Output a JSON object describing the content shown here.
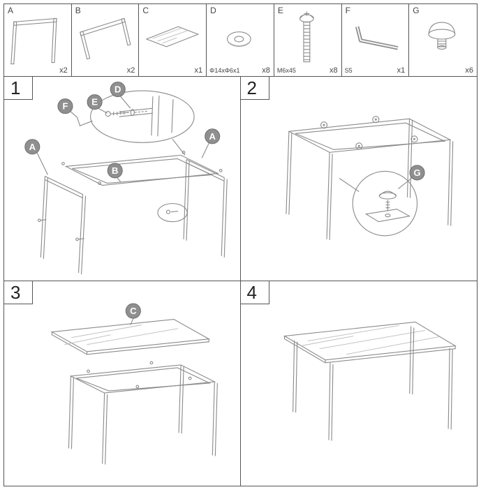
{
  "colors": {
    "line": "#8a8a8a",
    "light_line": "#bcbcbc",
    "border": "#555555",
    "callout_fill": "#8f8f8f",
    "callout_text": "#ffffff"
  },
  "parts_row": {
    "items": [
      {
        "label": "A",
        "spec": "",
        "qty": "x2",
        "icon": "leg-frame"
      },
      {
        "label": "B",
        "spec": "",
        "qty": "x2",
        "icon": "rail-frame"
      },
      {
        "label": "C",
        "spec": "",
        "qty": "x1",
        "icon": "glass-top"
      },
      {
        "label": "D",
        "spec": "Φ14xΦ6x1",
        "qty": "x8",
        "icon": "washer"
      },
      {
        "label": "E",
        "spec": "M6x45",
        "qty": "x8",
        "icon": "bolt"
      },
      {
        "label": "F",
        "spec": "S5",
        "qty": "x1",
        "icon": "allen-key"
      },
      {
        "label": "G",
        "spec": "",
        "qty": "x6",
        "icon": "glide-pad"
      }
    ]
  },
  "steps": [
    {
      "number": "1",
      "callouts": {
        "f": "F",
        "e": "E",
        "d": "D",
        "a_left": "A",
        "a_right": "A",
        "b": "B"
      }
    },
    {
      "number": "2",
      "callouts": {
        "g": "G"
      }
    },
    {
      "number": "3",
      "callouts": {
        "c": "C"
      }
    },
    {
      "number": "4",
      "callouts": {}
    }
  ]
}
